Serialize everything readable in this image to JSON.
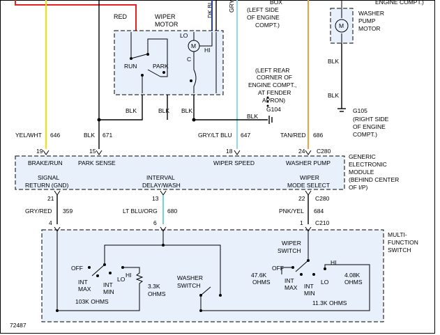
{
  "components": {
    "wiper_motor": {
      "title_1": "WIPER",
      "title_2": "MOTOR",
      "run": "RUN",
      "park": "PARK",
      "lo": "LO",
      "hi": "HI",
      "c": "C",
      "m": "M"
    },
    "washer_pump_motor": {
      "line1": "WASHER",
      "line2": "PUMP",
      "line3": "MOTOR",
      "m": "M"
    },
    "gem": {
      "line1": "GENERIC",
      "line2": "ELECTRONIC",
      "line3": "MODULE",
      "line4": "(BEHIND CENTER",
      "line5": "OF I/P)"
    },
    "mfs": {
      "line1": "MULTI-",
      "line2": "FUNCTION",
      "line3": "SWITCH"
    }
  },
  "wires": {
    "red": "RED",
    "dk_blu": "DK BLU",
    "gry": "GRY",
    "blk": "BLK",
    "yel_wht": "YEL/WHT",
    "yel_wht_circuit": "646",
    "blk_671": "BLK",
    "circuit_671": "671",
    "gry_lt_blu": "GRY/LT BLU",
    "circuit_647": "647",
    "tan_red": "TAN/RED",
    "circuit_686": "686",
    "gry_red": "GRY/RED",
    "circuit_359": "359",
    "lt_blu_org": "LT BLU/ORG",
    "circuit_680": "680",
    "pnk_yel": "PNK/YEL",
    "circuit_684": "684"
  },
  "top_notes": {
    "box_1": "BOX",
    "box_2": "(LEFT SIDE",
    "box_3": "OF ENGINE",
    "box_4": "COMPT.)",
    "engine_compt": "ENGINE COMPT.)"
  },
  "grounds": {
    "g104_1": "(LEFT REAR",
    "g104_2": "CORNER OF",
    "g104_3": "ENGINE COMPT.,",
    "g104_4": "AT FENDER",
    "g104_5": "APRON)",
    "g104": "G104",
    "g105": "G105",
    "g105_1": "(RIGHT SIDE",
    "g105_2": "OF ENGINE",
    "g105_3": "COMPT.)"
  },
  "pins": {
    "p19": "19",
    "p15": "15",
    "p18": "18",
    "p24": "24",
    "c280": "C280",
    "p21": "21",
    "p13": "13",
    "p22": "22",
    "c280b": "C280",
    "p4": "4",
    "p6": "6",
    "p1": "1",
    "c210": "C210"
  },
  "gem_labels": {
    "brake_run": "BRAKE/RUN",
    "park_sense": "PARK SENSE",
    "wiper_speed": "WIPER SPEED",
    "washer_pump": "WASHER PUMP",
    "signal_1": "SIGNAL",
    "signal_2": "RETURN (GND)",
    "interval_1": "INTERVAL",
    "interval_2": "DELAY/WASH",
    "wiper_mode_1": "WIPER",
    "wiper_mode_2": "MODE SELECT"
  },
  "mfs_labels": {
    "off": "OFF",
    "int_max_1": "INT",
    "int_max_2": "MAX",
    "int_min_1": "INT",
    "int_min_2": "MIN",
    "lo": "LO",
    "hi": "HI",
    "r103k": "103K OHMS",
    "r33k_1": "3.3K",
    "r33k_2": "OHMS",
    "washer_sw_1": "WASHER",
    "washer_sw_2": "SWITCH",
    "wiper_sw_1": "WIPER",
    "wiper_sw_2": "SWITCH",
    "off2": "OFF",
    "r476_1": "47.6K",
    "r476_2": "OHMS",
    "int_max2_1": "INT",
    "int_max2_2": "MAX",
    "int_min2_1": "INT",
    "int_min2_2": "MIN",
    "lo2": "LO",
    "hi2": "HI",
    "r408_1": "4.08K",
    "r408_2": "OHMS",
    "r113": "11.3K OHMS"
  },
  "figure_id": "72487",
  "colors": {
    "box_fill": "#e7f0fb",
    "red_wire": "#e8201f",
    "yellow_wire": "#f2e500",
    "light_blue_wire": "#8fd6e6",
    "orange_wire": "#f0a040",
    "dk_blue_wire": "#1f3fbf",
    "lt_blu_org_wire": "#6fd0e0"
  }
}
